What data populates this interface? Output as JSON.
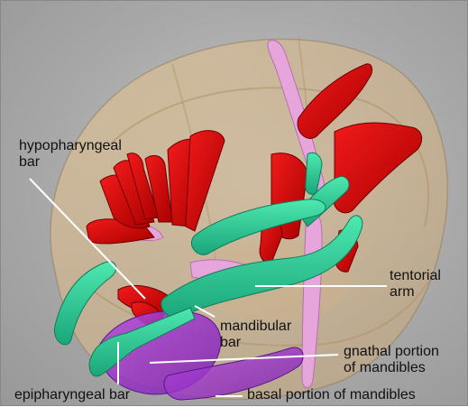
{
  "labels": {
    "hypopharyngeal_bar": [
      "hypopharyngeal",
      "bar"
    ],
    "tentorial_arm": [
      "tentorial",
      "arm"
    ],
    "mandibular_bar": [
      "mandibular",
      "bar"
    ],
    "gnathal_portion": [
      "gnathal portion",
      "of mandibles"
    ],
    "epipharyngeal_bar": "epipharyngeal bar",
    "basal_portion": "basal portion of mandibles"
  },
  "colors": {
    "background": "#a9a9a9",
    "head_capsule": "#d2b48c",
    "muscles": "#d40000",
    "tentorium": "#2fd29a",
    "mandibles": "#9b2fd0",
    "pink_sclerites": "#e6a6dc",
    "label_lines": "#ffffff"
  }
}
